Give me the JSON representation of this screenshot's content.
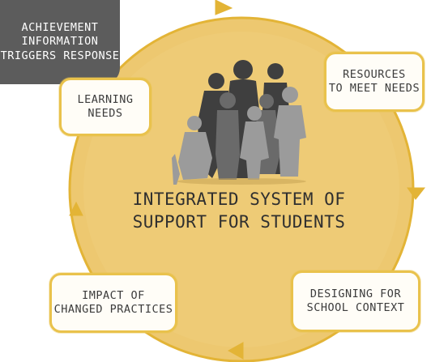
{
  "diagram": {
    "achievement": "ACHIEVEMENT\nINFORMATION\nTRIGGERS RESPONSE",
    "resources": "RESOURCES\nTO MEET NEEDS",
    "learning": "LEARNING\nNEEDS",
    "impact": "IMPACT OF\nCHANGED PRACTICES",
    "designing": "DESIGNING FOR\nSCHOOL CONTEXT",
    "center_title": "INTEGRATED SYSTEM OF\nSUPPORT FOR STUDENTS"
  },
  "colors": {
    "circle_fill": "#edc870",
    "circle_stroke": "#e3b436",
    "node_border": "#e9c24c",
    "achievement_bg": "#5c5c5c",
    "people_dark": "#3f3f3f",
    "people_mid": "#6a6a6a",
    "people_light": "#9b9b9b"
  },
  "icons": {
    "center_graphic": "people-group-silhouette",
    "cycle_arrows": "clockwise-arrowheads"
  }
}
